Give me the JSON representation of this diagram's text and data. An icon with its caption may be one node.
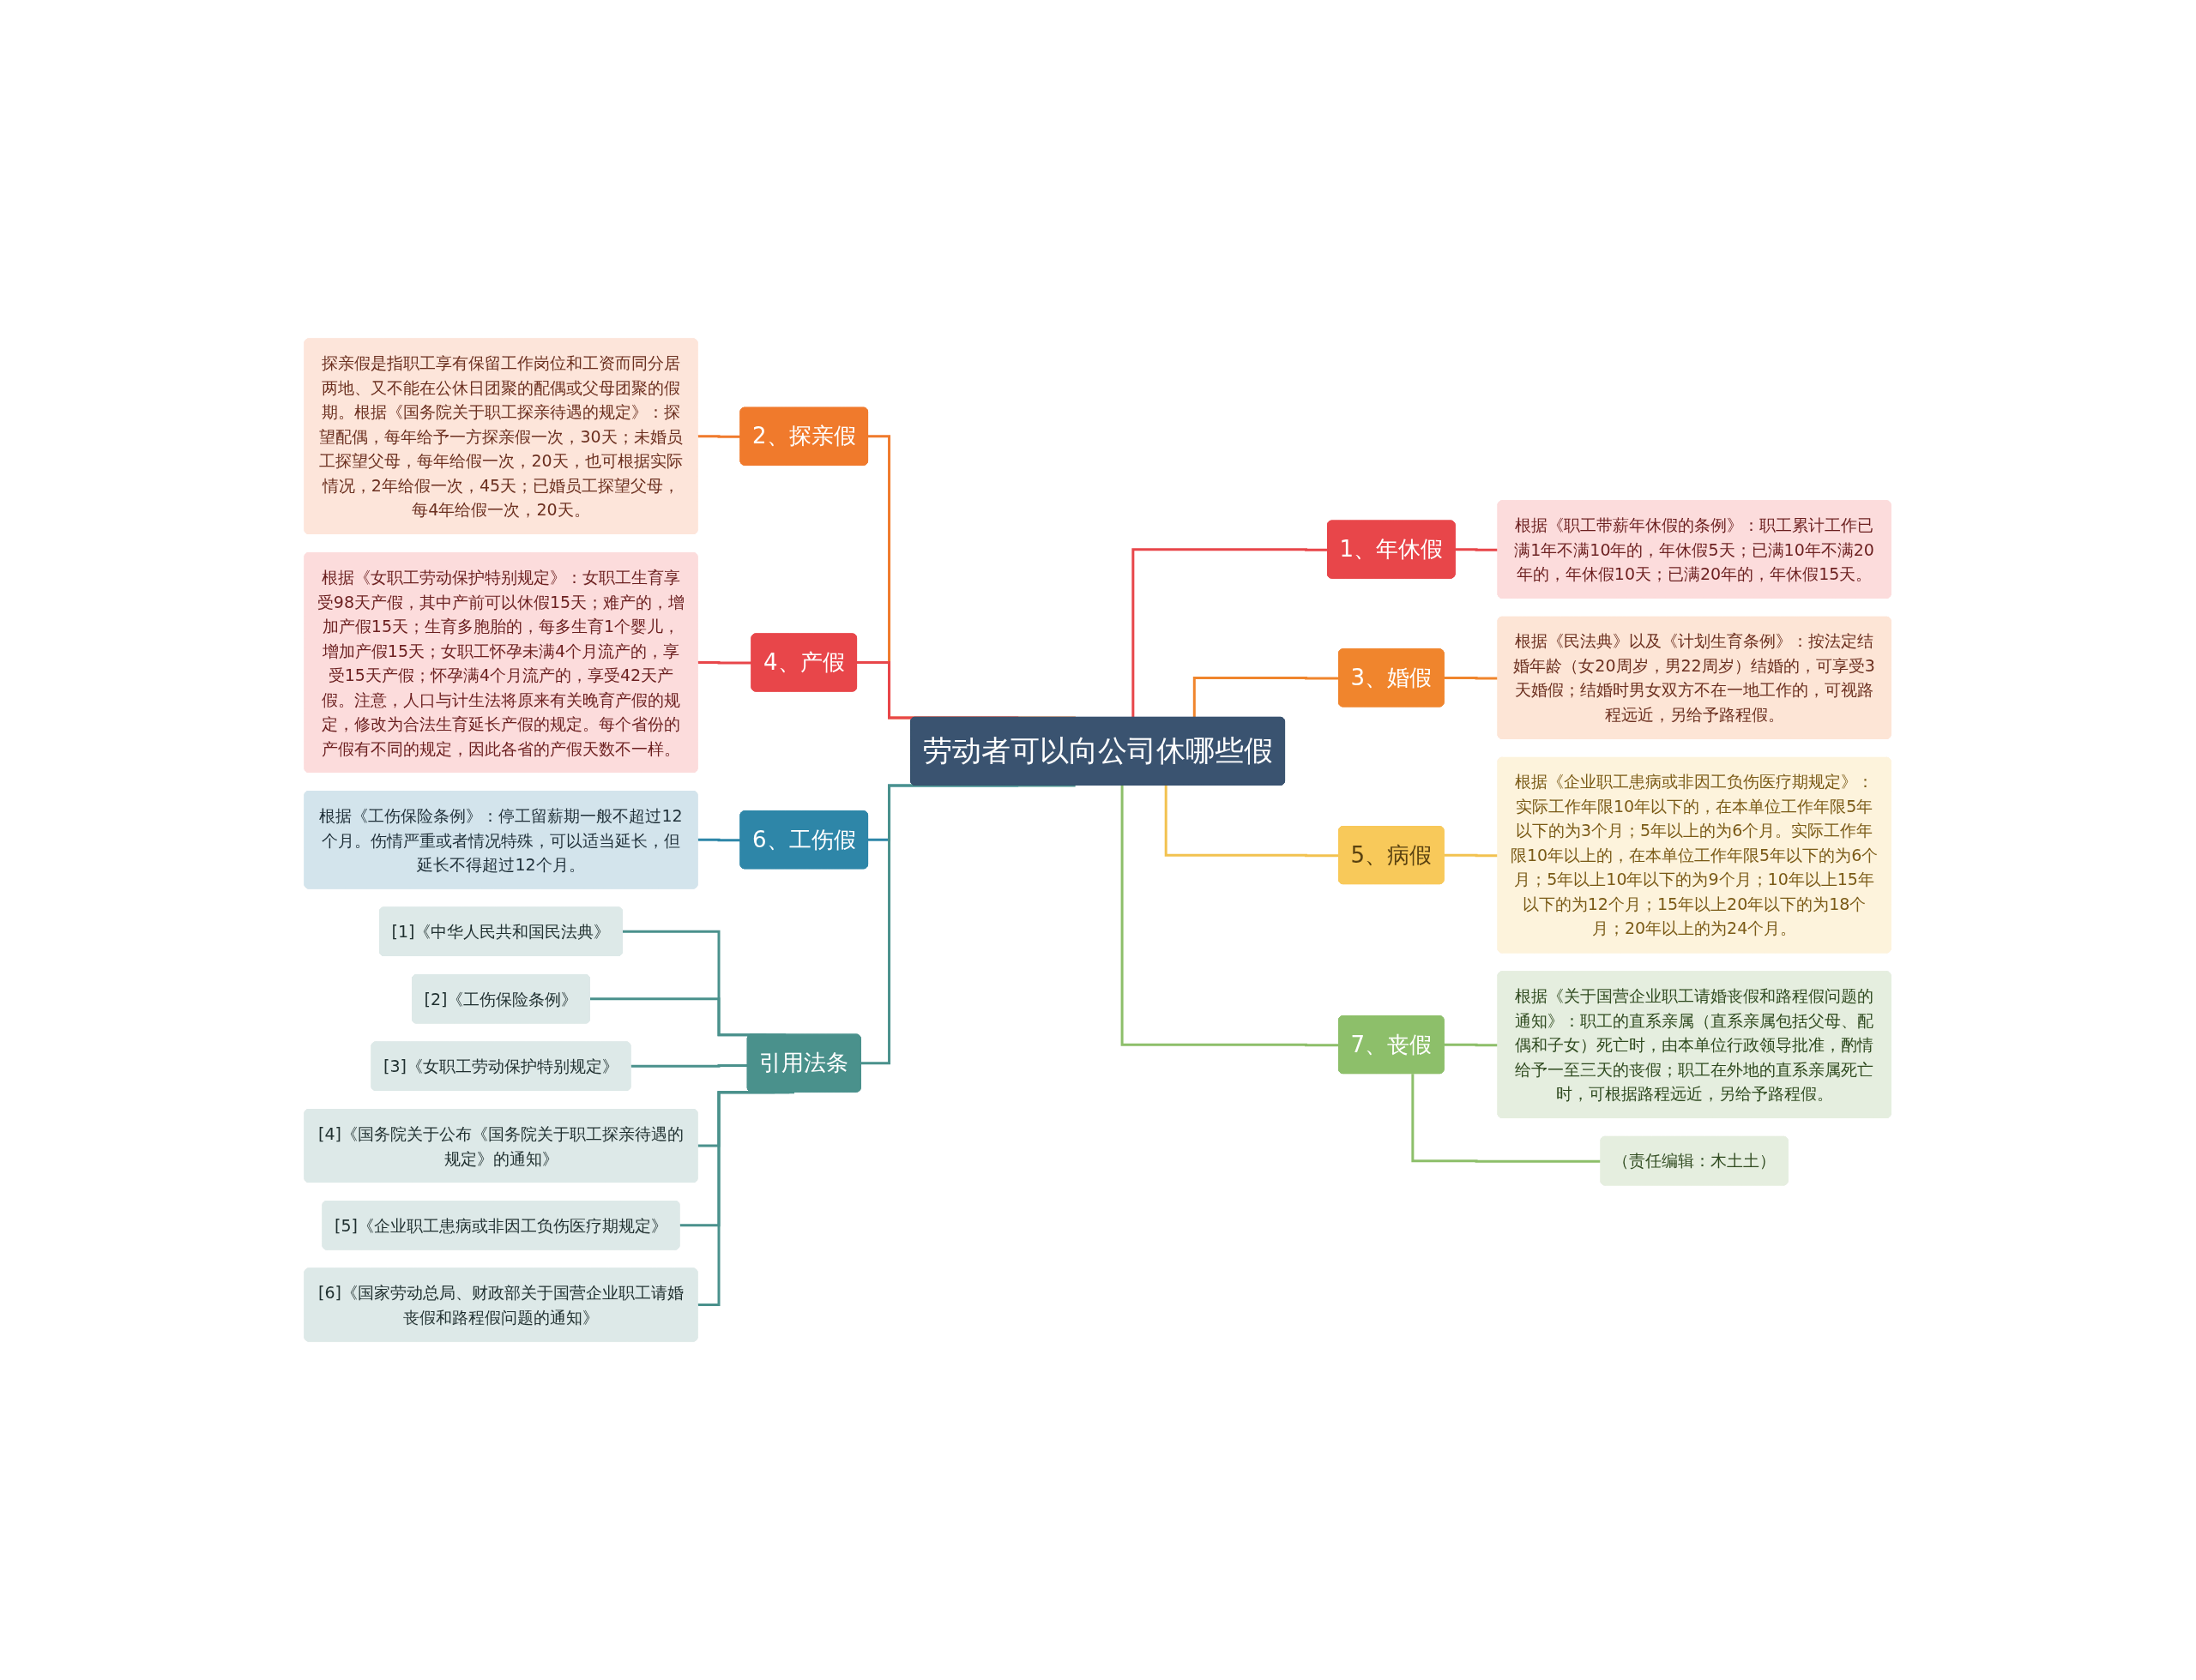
{
  "diagram": {
    "nodes": [
      {
        "text": [
          "劳动者可以向公司休哪些假"
        ]
      },
      {
        "text": [
          "1、年休假"
        ]
      },
      {
        "text": [
          "根据《职工带薪年休假的条例》：职工累计工作已满1年不满10年的，年休假5天；已满10年不满20年的，年休假10天；已满20年的，年休假15天。"
        ]
      },
      {
        "text": [
          "2、探亲假"
        ]
      },
      {
        "text": [
          "探亲假是指职工享有保留工作岗位和工资而同分居两地、又不能在公休日团聚的配偶或父母团聚的假期。根据《国务院关于职工探亲待遇的规定》：探望配偶，每年给予一方探亲假一次，30天；未婚员工探望父母，每年给假一次，20天，也可根据实际情况，2年给假一次，45天；已婚员工探望父母，每4年给假一次，20天。"
        ]
      },
      {
        "text": [
          "3、婚假"
        ]
      },
      {
        "text": [
          "根据《民法典》以及《计划生育条例》：按法定结婚年龄（女20周岁，男22周岁）结婚的，可享受3天婚假；结婚时男女双方不在一地工作的，可视路程远近，另给予路程假。"
        ]
      },
      {
        "text": [
          "4、产假"
        ]
      },
      {
        "text": [
          "根据《女职工劳动保护特别规定》：女职工生育享受98天产假，其中产前可以休假15天；难产的，增加产假15天；生育多胞胎的，每多生育1个婴儿，增加产假15天；女职工怀孕未满4个月流产的，享受15天产假；怀孕满4个月流产的，享受42天产假。注意，人口与计生法将原来有关晚育产假的规定，修改为合法生育延长产假的规定。每个省份的产假有不同的规定，因此各省的产假天数不一样。"
        ]
      },
      {
        "text": [
          "5、病假"
        ]
      },
      {
        "text": [
          "根据《企业职工患病或非因工负伤医疗期规定》：实际工作年限10年以下的，在本单位工作年限5年以下的为3个月；5年以上的为6个月。实际工作年限10年以上的，在本单位工作年限5年以下的为6个月；5年以上10年以下的为9个月；10年以上15年以下的为12个月；15年以上20年以下的为18个月；20年以上的为24个月。"
        ]
      },
      {
        "text": [
          "6、工伤假"
        ]
      },
      {
        "text": [
          "根据《工伤保险条例》：停工留薪期一般不超过12个月。伤情严重或者情况特殊，可以适当延长，但延长不得超过12个月。"
        ]
      },
      {
        "text": [
          "7、丧假"
        ]
      },
      {
        "text": [
          "根据《关于国营企业职工请婚丧假和路程假问题的通知》：职工的直系亲属（直系亲属包括父母、配偶和子女）死亡时，由本单位行政领导批准，酌情给予一至三天的丧假；职工在外地的直系亲属死亡时，可根据路程远近，另给予路程假。"
        ]
      },
      {
        "text": [
          "（责任编辑：木土土）"
        ]
      },
      {
        "text": [
          "引用法条"
        ]
      },
      {
        "text": [
          "[1]《中华人民共和国民法典》"
        ]
      },
      {
        "text": [
          "[2]《工伤保险条例》"
        ]
      },
      {
        "text": [
          "[3]《女职工劳动保护特别规定》"
        ]
      },
      {
        "text": [
          "[4]《国务院关于公布《国务院关于职工探亲待遇的规定》的通知》"
        ]
      },
      {
        "text": [
          "[5]《企业职工患病或非因工负伤医疗期规定》"
        ]
      },
      {
        "text": [
          "[6]《国家劳动总局、财政部关于国营企业职工请婚丧假和路程假问题的通知》"
        ]
      }
    ],
    "edges": [
      {
        "from": 0,
        "to": 1,
        "arrow": "none",
        "color": "#e8464a"
      },
      {
        "from": 1,
        "to": 2,
        "arrow": "none",
        "color": "#e8464a"
      },
      {
        "from": 0,
        "to": 3,
        "arrow": "none",
        "color": "#f07a2c"
      },
      {
        "from": 3,
        "to": 4,
        "arrow": "none",
        "color": "#f07a2c"
      },
      {
        "from": 0,
        "to": 5,
        "arrow": "none",
        "color": "#f0852d"
      },
      {
        "from": 5,
        "to": 6,
        "arrow": "none",
        "color": "#f0852d"
      },
      {
        "from": 0,
        "to": 7,
        "arrow": "none",
        "color": "#e8464a"
      },
      {
        "from": 7,
        "to": 8,
        "arrow": "none",
        "color": "#e8464a"
      },
      {
        "from": 0,
        "to": 9,
        "arrow": "none",
        "color": "#f2c250"
      },
      {
        "from": 9,
        "to": 10,
        "arrow": "none",
        "color": "#f2c250"
      },
      {
        "from": 0,
        "to": 11,
        "arrow": "none",
        "color": "#2e86a8"
      },
      {
        "from": 11,
        "to": 12,
        "arrow": "none",
        "color": "#2e86a8"
      },
      {
        "from": 0,
        "to": 13,
        "arrow": "none",
        "color": "#8dbf6a"
      },
      {
        "from": 13,
        "to": 14,
        "arrow": "none",
        "color": "#8dbf6a"
      },
      {
        "from": 13,
        "to": 15,
        "arrow": "none",
        "color": "#8dbf6a"
      },
      {
        "from": 0,
        "to": 16,
        "arrow": "none",
        "color": "#4a918c"
      },
      {
        "from": 16,
        "to": 17,
        "arrow": "none",
        "color": "#4a918c"
      },
      {
        "from": 16,
        "to": 18,
        "arrow": "none",
        "color": "#4a918c"
      },
      {
        "from": 16,
        "to": 19,
        "arrow": "none",
        "color": "#4a918c"
      },
      {
        "from": 16,
        "to": 20,
        "arrow": "none",
        "color": "#4a918c"
      },
      {
        "from": 16,
        "to": 21,
        "arrow": "none",
        "color": "#4a918c"
      },
      {
        "from": 16,
        "to": 22,
        "arrow": "none",
        "color": "#4a918c"
      }
    ]
  }
}
